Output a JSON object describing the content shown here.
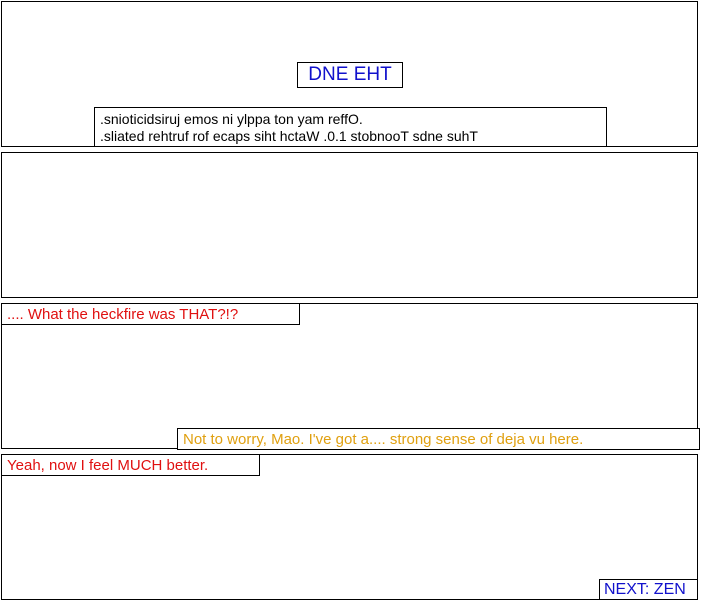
{
  "panel1": {
    "title": "DNE EHT",
    "notice_line1": ".snioticidsiruj emos ni ylppa ton yam reffO.",
    "notice_line2": ".sliated rehtruf rof ecaps siht hctaW  .0.1 stobnooT sdne suhT"
  },
  "panel3": {
    "speech_top": "....  What the heckfire was THAT?!?",
    "speech_bottom": "Not to worry, Mao.  I've got a....  strong sense of deja vu here."
  },
  "panel4": {
    "speech_top": "Yeah, now I feel MUCH better.",
    "next_label": "NEXT: ZEN"
  },
  "colors": {
    "title_blue": "#1111cc",
    "speech_red": "#e01010",
    "speech_orange": "#e0a010",
    "border": "#000000"
  }
}
